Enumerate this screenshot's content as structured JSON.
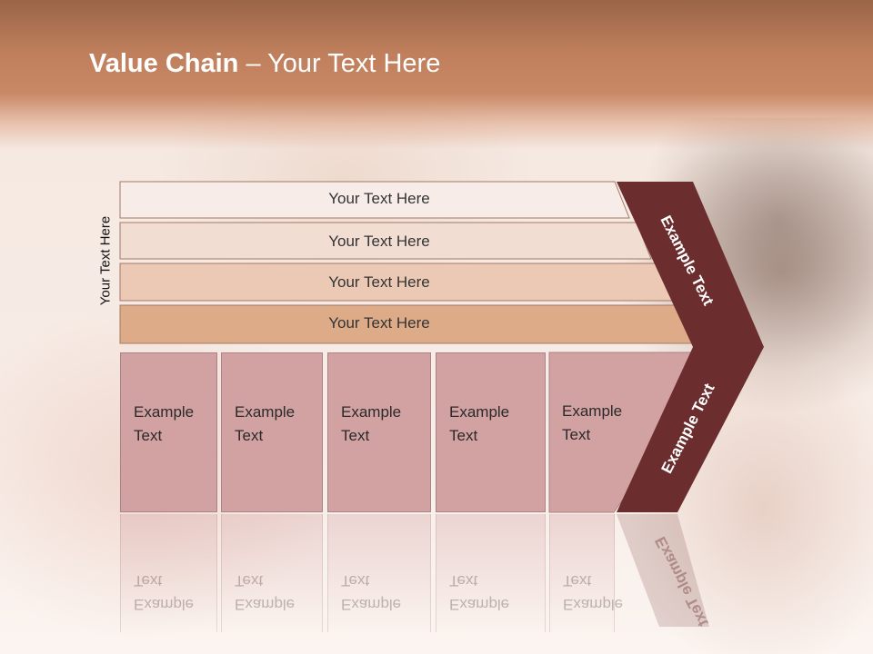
{
  "slide": {
    "title_bold": "Value Chain",
    "title_rest": " – Your Text Here",
    "side_label": "Your Text Here"
  },
  "bars": [
    {
      "label": "Your Text Here",
      "color": "#f7ece8"
    },
    {
      "label": "Your Text Here",
      "color": "#f2ddd2"
    },
    {
      "label": "Your Text Here",
      "color": "#ecc9b5"
    },
    {
      "label": "Your Text Here",
      "color": "#ddab88"
    }
  ],
  "columns": [
    {
      "text": "Example\nText"
    },
    {
      "text": "Example\nText"
    },
    {
      "text": "Example\nText"
    },
    {
      "text": "Example\nText"
    },
    {
      "text": "Example\nText"
    }
  ],
  "arrow": {
    "upper_label": "Example Text",
    "lower_label": "Example Text",
    "color": "#6b2d2d"
  },
  "colors": {
    "column_fill": "#d2a1a2",
    "header": "#c98865"
  }
}
